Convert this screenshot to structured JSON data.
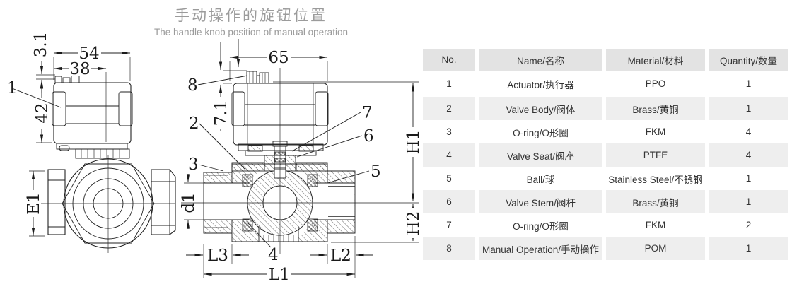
{
  "title": {
    "zh": "手动操作的旋钮位置",
    "en": "The handle knob position of manual operation"
  },
  "side_view": {
    "dim_3_1": "3.1",
    "dim_54": "54",
    "dim_38": "38",
    "dim_42": "42",
    "dim_E1": "E1",
    "leader_1": "1"
  },
  "section_view": {
    "dim_65": "65",
    "dim_7_1": "7.1",
    "dim_H1": "H1",
    "dim_H2": "H2",
    "dim_d1": "d1",
    "dim_L1": "L1",
    "dim_L2": "L2",
    "dim_L3": "L3",
    "leader_2": "2",
    "leader_3": "3",
    "leader_4": "4",
    "leader_5": "5",
    "leader_6": "6",
    "leader_7": "7",
    "leader_8": "8"
  },
  "table": {
    "headers": [
      "No.",
      "Name/名称",
      "Material/材料",
      "Quantity/数量"
    ],
    "rows": [
      [
        "1",
        "Actuator/执行器",
        "PPO",
        "1"
      ],
      [
        "2",
        "Valve Body/阀体",
        "Brass/黄铜",
        "1"
      ],
      [
        "3",
        "O-ring/O形圈",
        "FKM",
        "4"
      ],
      [
        "4",
        "Valve Seat/阀座",
        "PTFE",
        "4"
      ],
      [
        "5",
        "Ball/球",
        "Stainless Steel/不锈钢",
        "1"
      ],
      [
        "6",
        "Valve Stem/阀杆",
        "Brass/黄铜",
        "1"
      ],
      [
        "7",
        "O-ring/O形圈",
        "FKM",
        "2"
      ],
      [
        "8",
        "Manual Operation/手动操作",
        "POM",
        "1"
      ]
    ]
  },
  "colors": {
    "line": "#222222",
    "title_gray": "#9b9b9b",
    "table_header_bg": "#e3e3e3",
    "table_alt_bg": "#eeeeee",
    "table_text": "#333333"
  }
}
